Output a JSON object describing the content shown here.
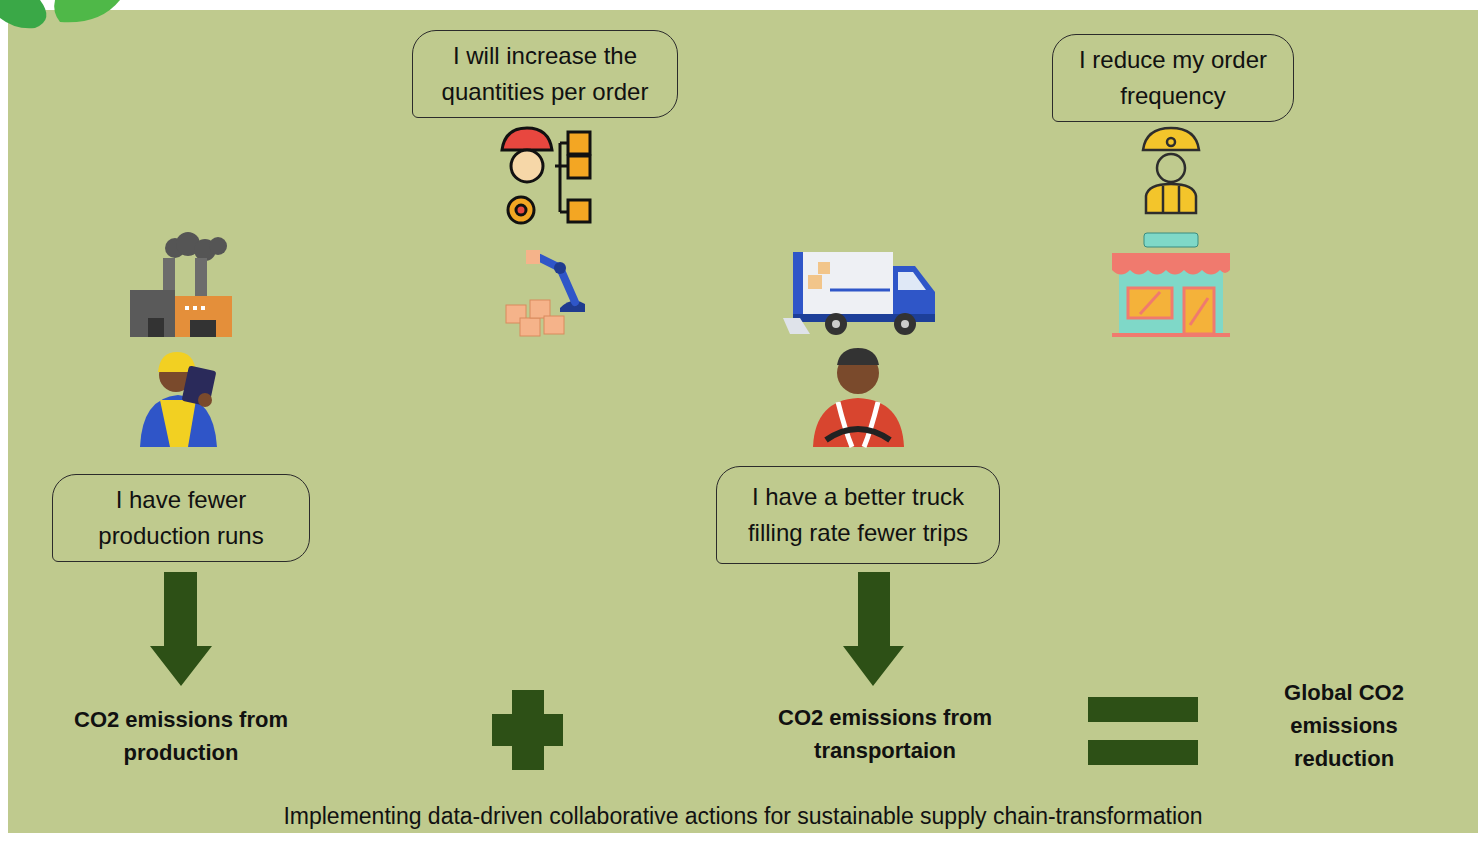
{
  "diagram": {
    "caption": "Implementing data-driven collaborative actions for sustainable supply chain-transformation",
    "nodes": [
      {
        "text": [
          "I will increase the quantities per order"
        ]
      },
      {
        "text": [
          "I reduce my order frequency"
        ]
      },
      {
        "text": [
          "I have fewer production runs"
        ]
      },
      {
        "text": [
          "I have a better truck filling rate fewer trips"
        ]
      }
    ],
    "edges": [
      {
        "from": 0,
        "to": 2,
        "arrow": "to"
      },
      {
        "from": 1,
        "to": 3,
        "arrow": "to"
      }
    ],
    "labels": [
      "CO2 emissions from production",
      "CO2 emissions from transportaion",
      "Global CO2 emissions reduction"
    ]
  }
}
